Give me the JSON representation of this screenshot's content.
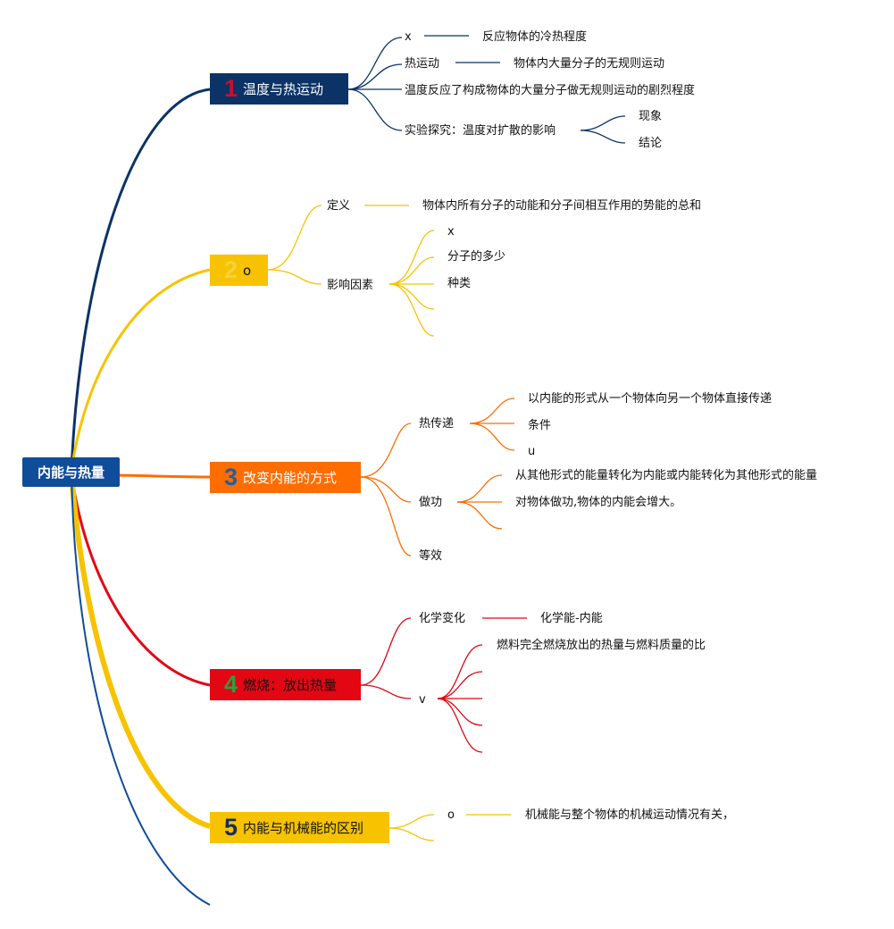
{
  "root": "内能与热量",
  "branches": {
    "b1": {
      "num": "1",
      "title": "温度与热运动",
      "numColor": "#c8102e",
      "boxColor": "#0b3366",
      "titleColor": "#ffffff",
      "items": [
        "x",
        "热运动",
        "温度反应了构成物体的大量分子做无规则运动的剧烈程度",
        "实验探究：温度对扩散的影响"
      ],
      "leaves": {
        "x": "反应物体的冷热程度",
        "heat_motion": "物体内大量分子的无规则运动",
        "phenomenon": "现象",
        "conclusion": "结论"
      }
    },
    "b2": {
      "num": "2",
      "title": "o",
      "numColor": "#f5d142",
      "boxColor": "#f7c300",
      "titleColor": "#111111",
      "items": [
        "定义",
        "影响因素"
      ],
      "leaves": {
        "definition": "物体内所有分子的动能和分子间相互作用的势能的总和",
        "f1": "x",
        "f2": "分子的多少",
        "f3": "种类"
      }
    },
    "b3": {
      "num": "3",
      "title": "改变内能的方式",
      "numColor": "#1f5ea8",
      "boxColor": "#ff6d00",
      "titleColor": "#ffffff",
      "items": [
        "热传递",
        "做功",
        "等效"
      ],
      "leaves": {
        "ht1": "以内能的形式从一个物体向另一个物体直接传递",
        "ht2": "条件",
        "ht3": "u",
        "w1": "从其他形式的能量转化为内能或内能转化为其他形式的能量",
        "w2": "对物体做功,物体的内能会增大。"
      }
    },
    "b4": {
      "num": "4",
      "title": "燃烧：放出热量",
      "numColor": "#2e9e3e",
      "boxColor": "#e30613",
      "titleColor": "#111111",
      "items": [
        "化学变化",
        "v"
      ],
      "leaves": {
        "chem": "化学能-内能",
        "v1": "燃料完全燃烧放出的热量与燃料质量的比"
      }
    },
    "b5": {
      "num": "5",
      "title": "内能与机械能的区别",
      "numColor": "#1a2f5a",
      "boxColor": "#f7c300",
      "titleColor": "#111111",
      "items": [
        "o"
      ],
      "leaves": {
        "o1": "机械能与整个物体的机械运动情况有关，"
      }
    }
  },
  "colors": {
    "navy": "#0b3366",
    "yellow": "#f7c300",
    "orange": "#ff6d00",
    "red": "#e30613",
    "gold": "#f5c400",
    "blue": "#0f4c9a"
  }
}
